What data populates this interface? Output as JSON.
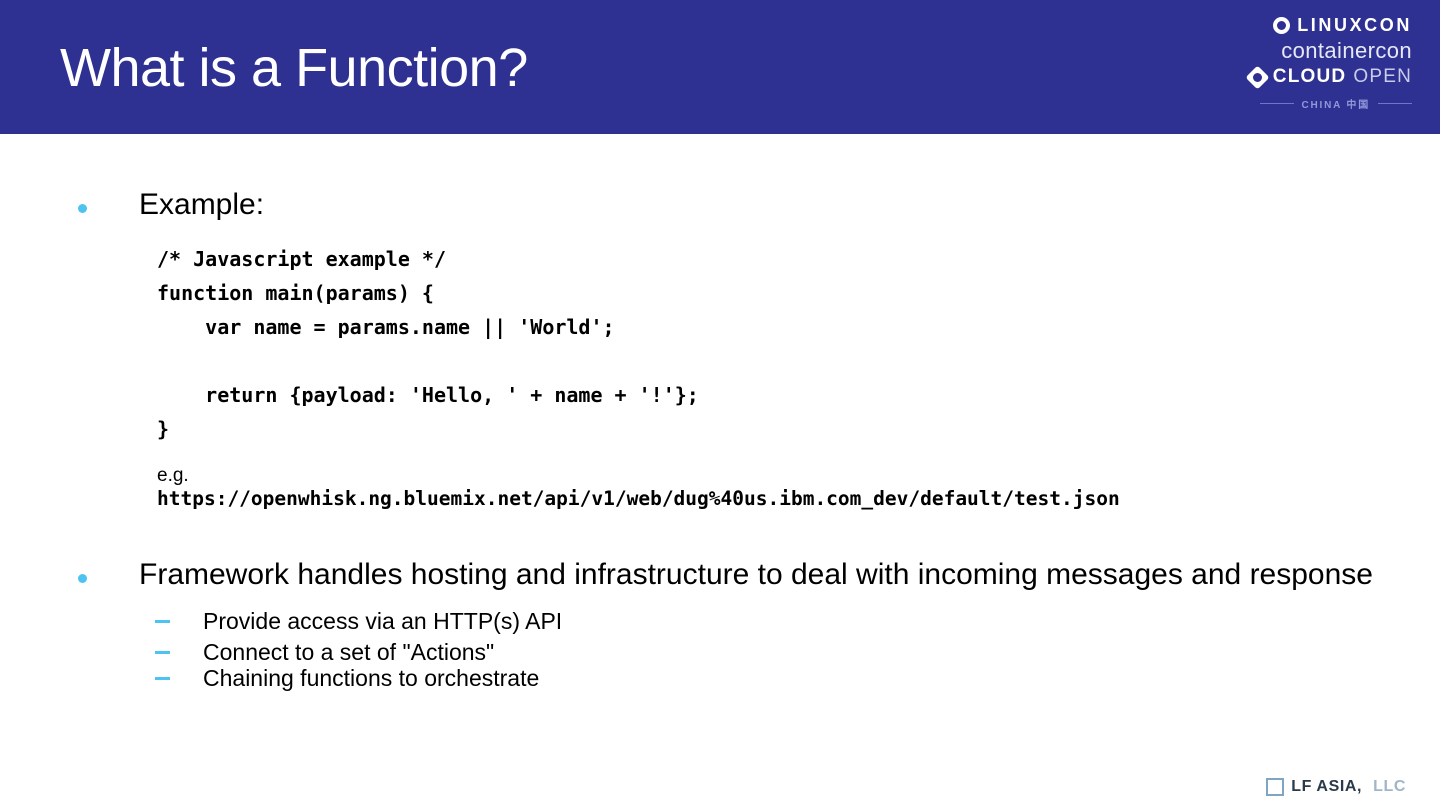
{
  "header": {
    "title": "What is a Function?",
    "band_color": "#2e3192",
    "logo": {
      "linuxcon": "LINUXCON",
      "containercon": "containercon",
      "cloud": "CLOUD",
      "open": "OPEN",
      "china": "CHINA 中国"
    }
  },
  "body": {
    "bullets": [
      {
        "label": "Example:"
      },
      {
        "label": "Framework handles hosting and infrastructure to deal with incoming messages and response"
      }
    ],
    "code": "/* Javascript example */\nfunction main(params) {\n    var name = params.name || 'World';\n\n    return {payload: 'Hello, ' + name + '!'};\n}",
    "example_note": {
      "label": "e.g.",
      "url": "https://openwhisk.ng.bluemix.net/api/v1/web/dug%40us.ibm.com_dev/default/test.json"
    },
    "sub_bullets": [
      "Provide access via an HTTP(s) API",
      "Connect to a set of \"Actions\"",
      "Chaining functions to orchestrate"
    ],
    "accent_color": "#4ec3f0"
  },
  "footer": {
    "brand": "LF ASIA,",
    "suffix": "LLC"
  }
}
